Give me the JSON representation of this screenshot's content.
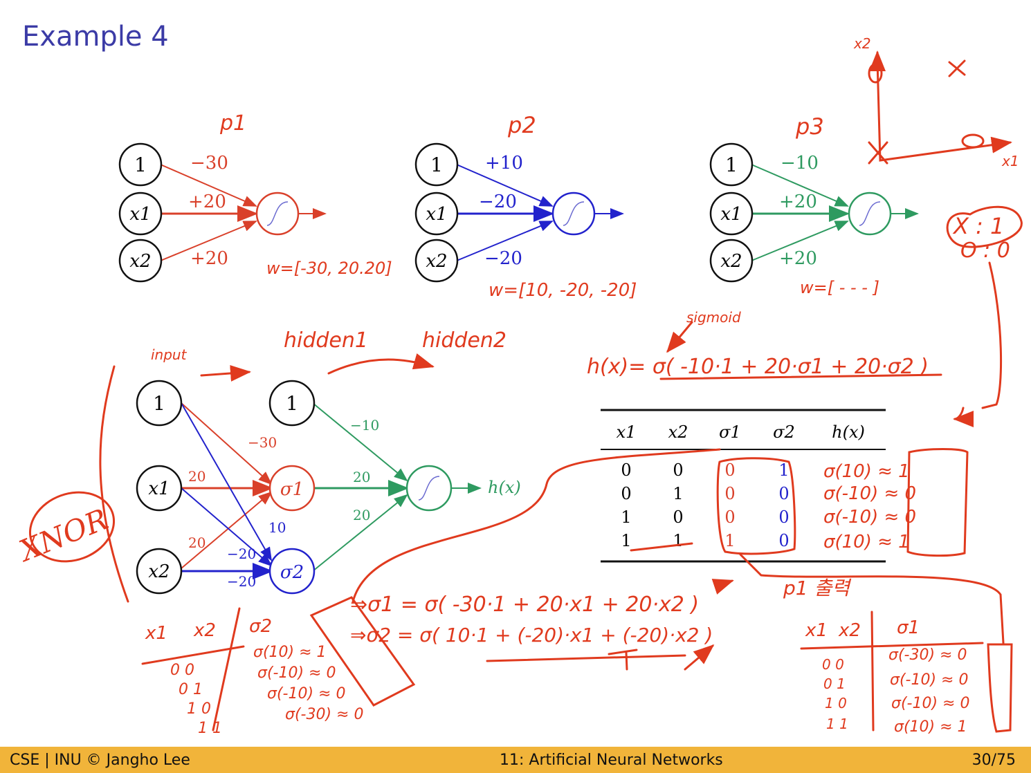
{
  "slide": {
    "title": "Example 4"
  },
  "perceptrons": [
    {
      "label": "p1",
      "nodes": [
        "1",
        "x1",
        "x2"
      ],
      "weights": [
        "−30",
        "+20",
        "+20"
      ],
      "weight_note": "w=[-30, 20.20]",
      "color": "#d9402a"
    },
    {
      "label": "p2",
      "nodes": [
        "1",
        "x1",
        "x2"
      ],
      "weights": [
        "+10",
        "−20",
        "−20"
      ],
      "weight_note": "w=[10, -20, -20]",
      "color": "#2222cc"
    },
    {
      "label": "p3",
      "nodes": [
        "1",
        "x1",
        "x2"
      ],
      "weights": [
        "−10",
        "+20",
        "+20"
      ],
      "weight_note": "w=[ - - - ]",
      "color": "#2e9a60"
    }
  ],
  "network": {
    "inputs": [
      "1",
      "x1",
      "x2"
    ],
    "hidden": [
      "1",
      "σ1",
      "σ2"
    ],
    "output_label": "h(x)",
    "red_weights": [
      "−30",
      "20",
      "20"
    ],
    "blue_weights": [
      "10",
      "−20",
      "−20"
    ],
    "green_weights": [
      "−10",
      "20",
      "20"
    ]
  },
  "table": {
    "headers": [
      "x1",
      "x2",
      "σ1",
      "σ2",
      "h(x)"
    ],
    "rows": [
      [
        "0",
        "0",
        "0",
        "1"
      ],
      [
        "0",
        "1",
        "0",
        "0"
      ],
      [
        "1",
        "0",
        "0",
        "0"
      ],
      [
        "1",
        "1",
        "1",
        "0"
      ]
    ]
  },
  "annotations": {
    "input": "input",
    "hidden1": "hidden1",
    "hidden2": "hidden2",
    "xnor": "XNOR",
    "sigmoid": "sigmoid",
    "h_formula": "h(x)= σ( -10·1 + 20·σ1 + 20·σ2 )",
    "sigma1_formula": "⇒σ1 = σ( -30·1 + 20·x1 + 20·x2 )",
    "sigma2_formula": "⇒σ2 = σ( 10·1 + (-20)·x1 + (-20)·x2 )",
    "p1_note": "p1 출력",
    "x_legend": "X : 1",
    "o_legend": "O : 0",
    "axis_x1": "x1",
    "axis_x2": "x2",
    "h_values": [
      "σ(10) ≈ 1",
      "σ(-10) ≈ 0",
      "σ(-10) ≈ 0",
      "σ(10) ≈ 1"
    ],
    "left_table_headers": [
      "x1",
      "x2",
      "σ2"
    ],
    "left_table_rows": [
      "0 0",
      "0 1",
      "1 0",
      "1 1"
    ],
    "left_table_values": [
      "σ(10) ≈ 1",
      "σ(-10) ≈ 0",
      "σ(-10) ≈ 0",
      "σ(-30) ≈ 0"
    ],
    "right_table_headers": [
      "x1",
      "x2",
      "σ1"
    ],
    "right_table_rows": [
      "0 0",
      "0 1",
      "1 0",
      "1 1"
    ],
    "right_table_values": [
      "σ(-30) ≈ 0",
      "σ(-10) ≈ 0",
      "σ(-10) ≈ 0",
      "σ(10) ≈ 1"
    ],
    "ink_color": "#e03a1e"
  },
  "footer": {
    "left": "CSE | INU © Jangho Lee",
    "center": "11: Artificial Neural Networks",
    "right": "30/75"
  }
}
